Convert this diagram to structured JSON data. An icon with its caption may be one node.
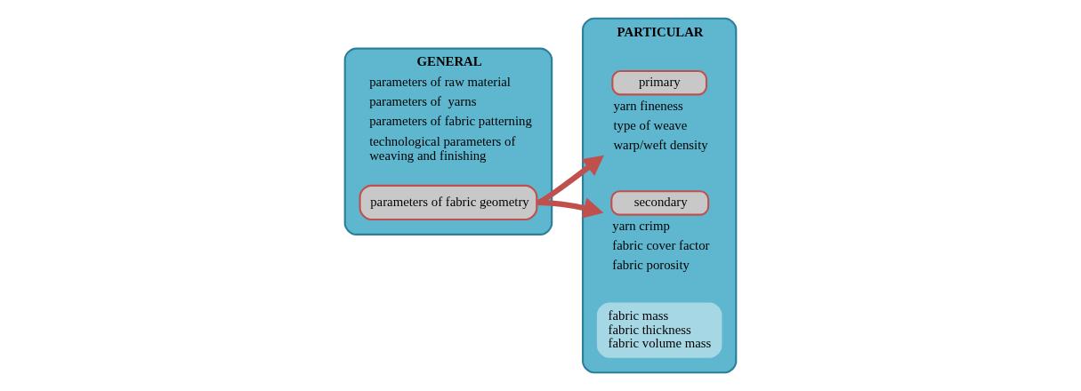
{
  "diagram": {
    "nodes": [
      {
        "text": [
          "GENERAL",
          "parameters of raw material",
          "parameters of  yarns",
          "parameters of fabric patterning",
          "technological parameters of weaving and finishing"
        ]
      },
      {
        "text": [
          "parameters of fabric geometry"
        ],
        "in": 0
      },
      {
        "text": [
          "PARTICULAR"
        ]
      },
      {
        "text": [
          "primary"
        ],
        "in": 2,
        "beside": [
          "yarn fineness",
          "type of weave",
          "warp/weft density"
        ]
      },
      {
        "text": [
          "secondary"
        ],
        "in": 2,
        "beside": [
          "yarn crimp",
          "fabric cover factor",
          "fabric porosity"
        ]
      },
      {
        "text": [
          "fabric mass",
          "fabric thickness",
          "fabric volume mass"
        ],
        "in": 2
      }
    ],
    "edges": [
      {
        "from": 1,
        "to": 3,
        "arrow": "to"
      },
      {
        "from": 1,
        "to": 4,
        "arrow": "to"
      }
    ]
  }
}
